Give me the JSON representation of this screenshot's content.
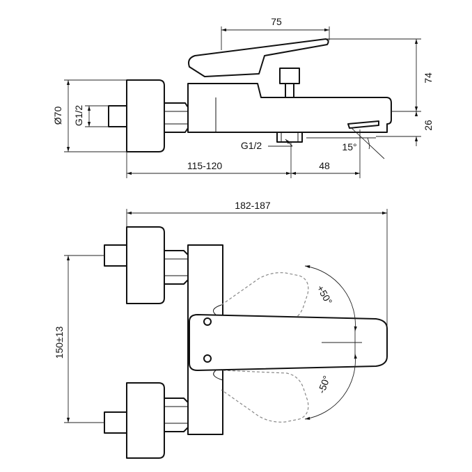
{
  "labels": {
    "top_width": "75",
    "top_height": "74",
    "diameter": "Ø70",
    "inlet_thread": "G1/2",
    "spout_height": "26",
    "outlet_thread": "G1/2",
    "spout_angle": "15°",
    "wall_distance": "115-120",
    "outlet_offset": "48",
    "overall_length": "182-187",
    "inlet_spacing": "150±13",
    "lever_up": "+50°",
    "lever_down": "-50°"
  }
}
